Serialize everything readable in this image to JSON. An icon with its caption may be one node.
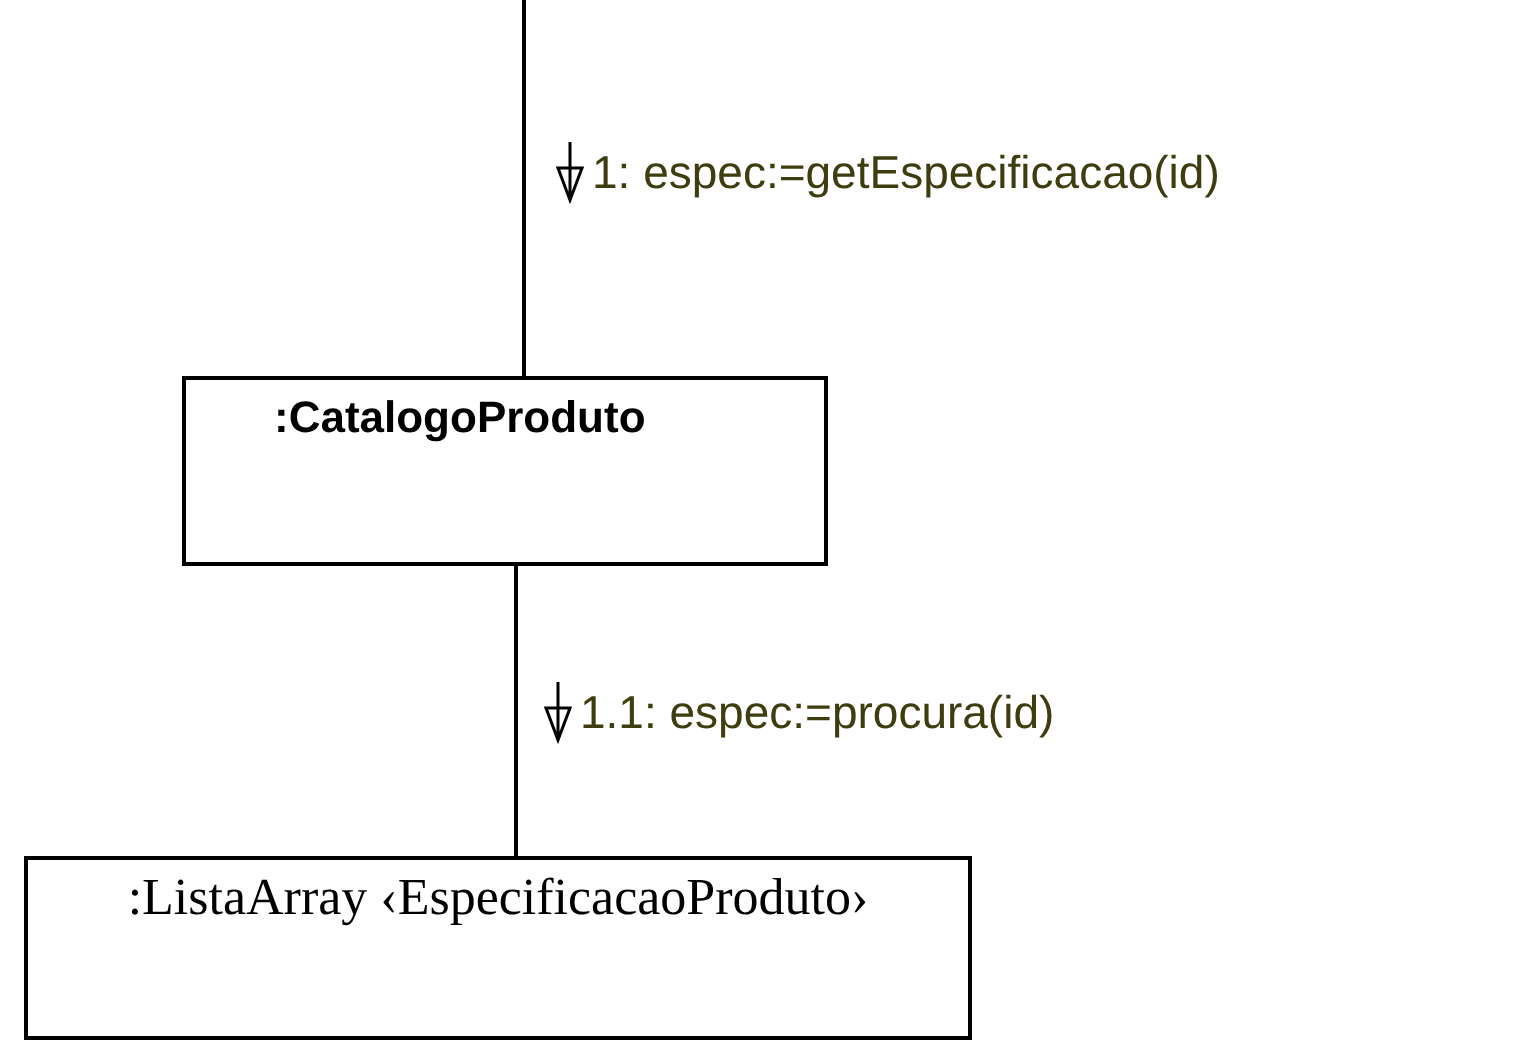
{
  "diagram": {
    "nodes": [
      {
        "text": [
          ":CatalogoProduto"
        ]
      },
      {
        "text": [
          ":ListaArray ‹EspecificacaoProduto›"
        ]
      }
    ],
    "edges": [
      {
        "from": null,
        "to": 0,
        "arrow": "none",
        "label": "1: espec:=getEspecificacao(id)"
      },
      {
        "from": 0,
        "to": 1,
        "arrow": "none",
        "label": "1.1: espec:=procura(id)"
      }
    ]
  }
}
